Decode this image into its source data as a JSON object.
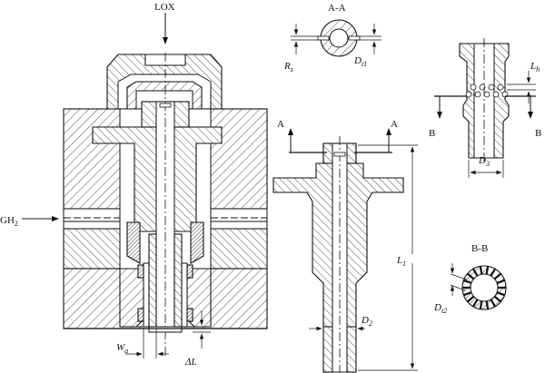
{
  "labels": {
    "lox": "LOX",
    "gh2": "GH",
    "gh2_sub": "2",
    "section_aa": "A-A",
    "section_bb": "B-B",
    "a_left": "A",
    "a_right": "A",
    "b_left": "B",
    "b_right": "B",
    "rs": "R",
    "rs_sub": "s",
    "dt1": "D",
    "dt1_sub": "t1",
    "dt2": "D",
    "dt2_sub": "t2",
    "lh": "L",
    "lh_sub": "h",
    "d3": "D",
    "d3_sub": "3",
    "d2": "D",
    "d2_sub": "2",
    "l1": "L",
    "l1_sub": "1",
    "wa": "W",
    "wa_sub": "a",
    "delta_l": "ΔL"
  }
}
